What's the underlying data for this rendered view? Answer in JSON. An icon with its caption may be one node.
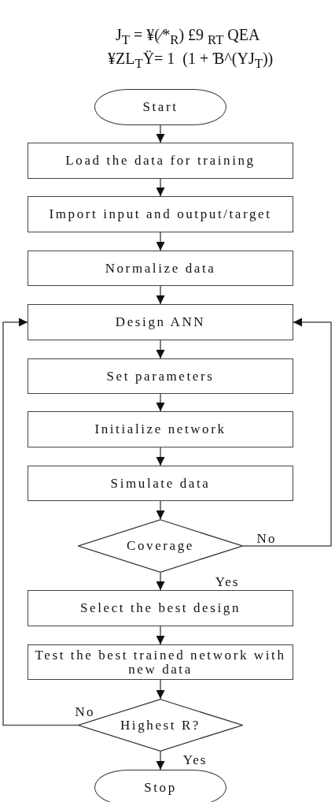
{
  "diagram": {
    "nodes": [
      {
        "text": [
          "Start"
        ]
      },
      {
        "text": [
          "Load the data for training"
        ]
      },
      {
        "text": [
          "Import input and output/target"
        ]
      },
      {
        "text": [
          "Normalize data"
        ]
      },
      {
        "text": [
          "Design ANN"
        ]
      },
      {
        "text": [
          "Set parameters"
        ]
      },
      {
        "text": [
          "Initialize network"
        ]
      },
      {
        "text": [
          "Simulate data"
        ]
      },
      {
        "text": [
          "Coverage"
        ]
      },
      {
        "text": [
          "Select the best design"
        ]
      },
      {
        "text": [
          "Test the best trained network with new data"
        ]
      },
      {
        "text": [
          "Highest R?"
        ]
      },
      {
        "text": [
          "Stop"
        ]
      }
    ],
    "edges": [
      {
        "from": 0,
        "to": 1,
        "arrow": "to"
      },
      {
        "from": 1,
        "to": 2,
        "arrow": "to"
      },
      {
        "from": 2,
        "to": 3,
        "arrow": "to"
      },
      {
        "from": 3,
        "to": 4,
        "arrow": "to"
      },
      {
        "from": 4,
        "to": 5,
        "arrow": "to"
      },
      {
        "from": 5,
        "to": 6,
        "arrow": "to"
      },
      {
        "from": 6,
        "to": 7,
        "arrow": "to"
      },
      {
        "from": 7,
        "to": 8,
        "arrow": "to"
      },
      {
        "from": 8,
        "to": 4,
        "arrow": "to",
        "label": "No"
      },
      {
        "from": 8,
        "to": 9,
        "arrow": "to",
        "label": "Yes"
      },
      {
        "from": 9,
        "to": 10,
        "arrow": "to"
      },
      {
        "from": 10,
        "to": 11,
        "arrow": "to"
      },
      {
        "from": 11,
        "to": 4,
        "arrow": "to",
        "label": "No"
      },
      {
        "from": 11,
        "to": 12,
        "arrow": "to",
        "label": "Yes"
      }
    ],
    "labels": [
      "J$_{T}$ = ¥(⁄*$_{R}$) £9 $_{RT}$ QEA",
      "¥ZL$_{T}$Ÿ= 1  (1 + Ɓ^(YJ$_{T}$))"
    ]
  }
}
